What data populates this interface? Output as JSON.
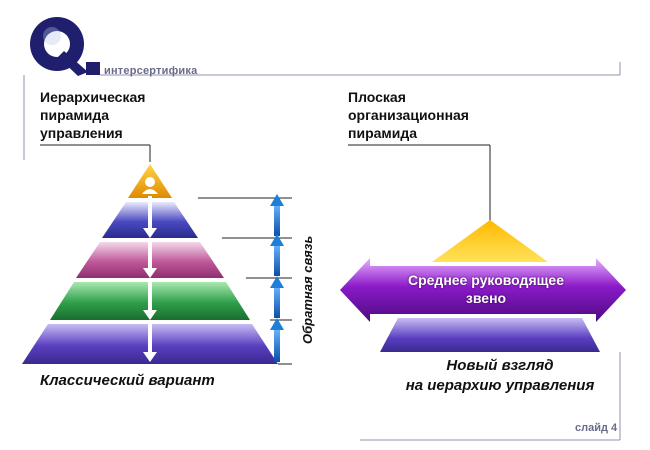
{
  "logo": {
    "letter": "Q",
    "brand": "интерсертифика"
  },
  "left": {
    "heading": "Иерархическая\nпирамида\nуправления",
    "caption": "Классический вариант",
    "feedback_label": "Обратная связь"
  },
  "right": {
    "heading": "Плоская\nорганизационная\nпирамида",
    "middle_label": "Среднее руководящее\nзвено",
    "caption": "Новый взгляд\nна иерархию управления"
  },
  "footer": {
    "slide": "слайд 4"
  },
  "colors": {
    "accent": "#1a1a6e",
    "purple": "#7a1aa8",
    "orange": "#f2a500",
    "blue": "#1e7fd8"
  }
}
